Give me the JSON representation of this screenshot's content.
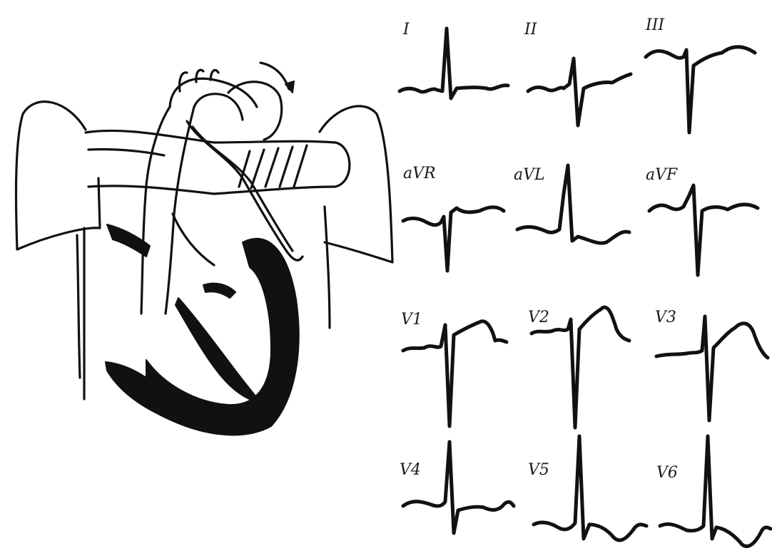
{
  "leads": [
    {
      "id": "I",
      "label": "I"
    },
    {
      "id": "II",
      "label": "II"
    },
    {
      "id": "III",
      "label": "III"
    },
    {
      "id": "aVR",
      "label": "aVR"
    },
    {
      "id": "aVL",
      "label": "aVL"
    },
    {
      "id": "aVF",
      "label": "aVF"
    },
    {
      "id": "V1",
      "label": "V1"
    },
    {
      "id": "V2",
      "label": "V2"
    },
    {
      "id": "V3",
      "label": "V3"
    },
    {
      "id": "V4",
      "label": "V4"
    },
    {
      "id": "V5",
      "label": "V5"
    },
    {
      "id": "V6",
      "label": "V6"
    }
  ]
}
